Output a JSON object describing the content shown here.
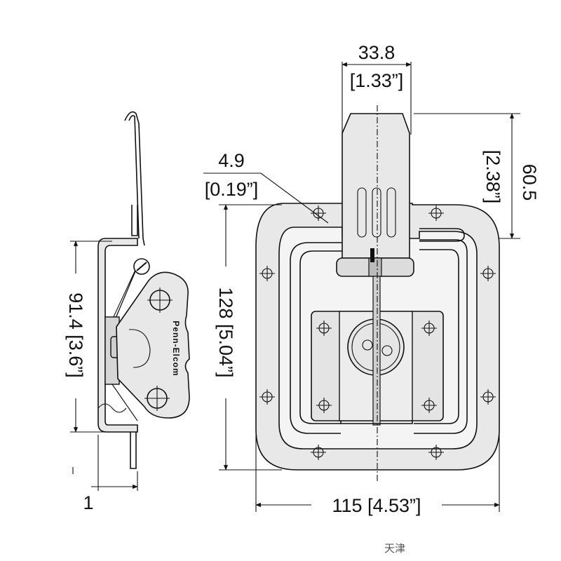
{
  "dimensions": {
    "top_width": "33.8",
    "top_width_in": "[1.33”]",
    "hole_dia": "4.9",
    "hole_dia_in": "[0.19”]",
    "handle_len": "60.5",
    "handle_len_in": "[2.38”]",
    "height": "128 [5.04”]",
    "width": "115 [4.53”]",
    "side_height": "91.4 [3.6”]",
    "depth_mark": "1"
  },
  "brand_text": "Penn-Elcom",
  "watermark": "天津"
}
